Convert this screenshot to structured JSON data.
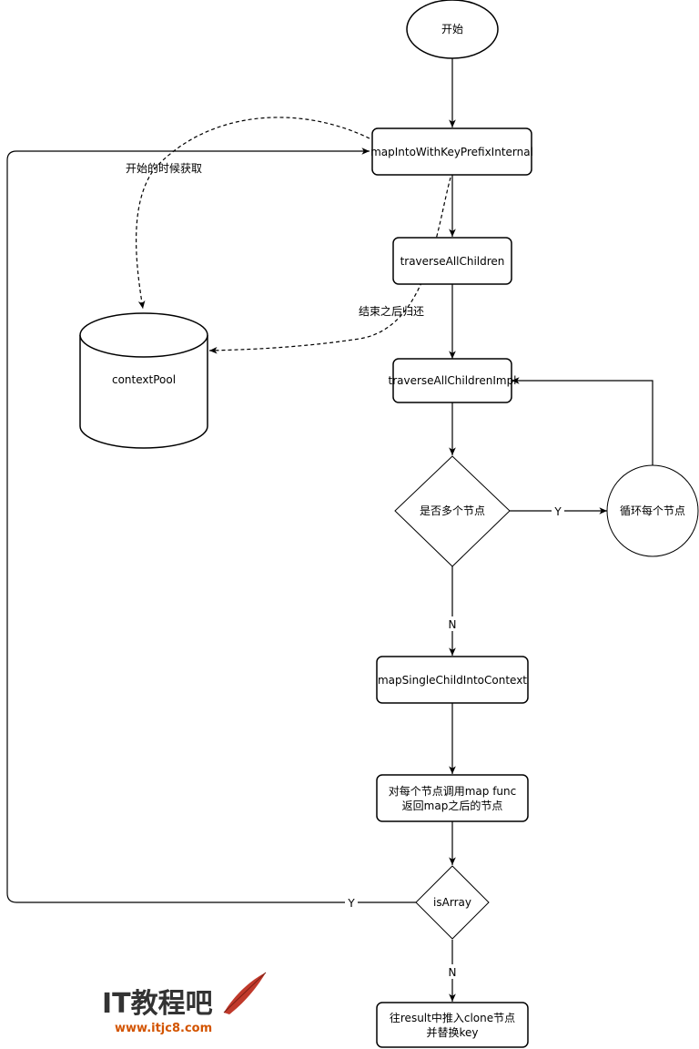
{
  "nodes": {
    "start": "开始",
    "map_into_with_key_prefix_internal": "mapIntoWithKeyPrefixInternal",
    "traverse_all_children": "traverseAllChildren",
    "traverse_all_children_impl": "traverseAllChildrenImpl",
    "is_multiple_nodes": "是否多个节点",
    "loop_each_node": "循环每个节点",
    "map_single_child_into_context": "mapSingleChildIntoContext",
    "call_map_func_line1": "对每个节点调用map func",
    "call_map_func_line2": "返回map之后的节点",
    "is_array": "isArray",
    "push_clone_line1": "往result中推入clone节点",
    "push_clone_line2": "并替换key",
    "context_pool": "contextPool"
  },
  "edge_labels": {
    "acquire_at_start": "开始的时候获取",
    "return_at_end": "结束之后归还",
    "multiple_yes": "Y",
    "multiple_no": "N",
    "array_yes": "Y",
    "array_no": "N"
  },
  "watermark": {
    "logo_text": "IT教程吧",
    "url": "www.itjc8.com",
    "colors": {
      "it": "#f39c12",
      "text": "#333333",
      "url": "#d35400",
      "feather": "#c0392b"
    }
  }
}
